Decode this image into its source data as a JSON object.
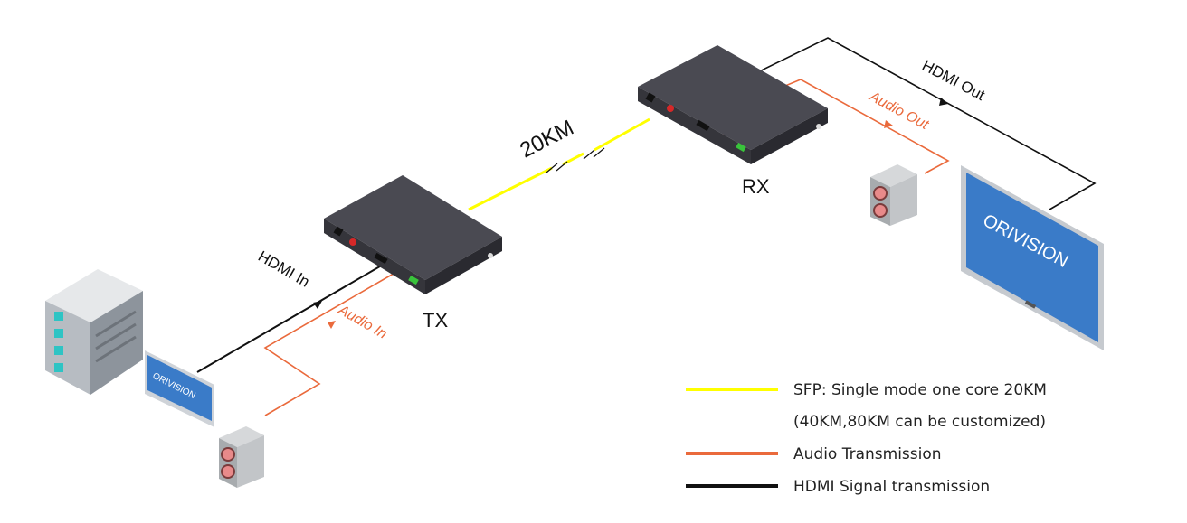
{
  "labels": {
    "hdmi_in": "HDMI In",
    "audio_in": "Audio In",
    "tx": "TX",
    "rx": "RX",
    "distance": "20KM",
    "hdmi_out": "HDMI Out",
    "audio_out": "Audio Out",
    "brand_small": "ORIVISION",
    "brand_large": "ORIVISION"
  },
  "legend": {
    "items": [
      {
        "text": "SFP: Single mode one core 20KM",
        "color": "#ffff00"
      },
      {
        "text": "(40KM,80KM can be customized)",
        "color": ""
      },
      {
        "text": "Audio Transmission",
        "color": "#ea6a3c"
      },
      {
        "text": "HDMI Signal transmission",
        "color": "#111111"
      }
    ]
  },
  "colors": {
    "fiber": "#ffff00",
    "audio": "#ea6a3c",
    "hdmi": "#111111",
    "device_body": "#4a4a52",
    "screen": "#3a7bc8"
  },
  "icons": {
    "source": "server-icon",
    "monitor": "monitor-icon",
    "speaker": "speaker-icon"
  }
}
